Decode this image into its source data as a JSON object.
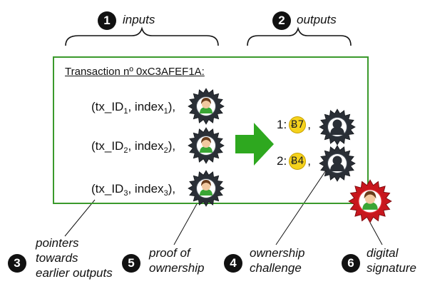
{
  "labels": {
    "inputs": "inputs",
    "outputs": "outputs",
    "pointers": [
      "pointers",
      "towards",
      "earlier outputs"
    ],
    "proof": [
      "proof of",
      "ownership"
    ],
    "challenge": [
      "ownership",
      "challenge"
    ],
    "signature": [
      "digital",
      "signature"
    ]
  },
  "numbers": {
    "n1": "1",
    "n2": "2",
    "n3": "3",
    "n4": "4",
    "n5": "5",
    "n6": "6"
  },
  "transaction_title": "Transaction nº 0xC3AFEF1A:",
  "inputs": [
    {
      "id_sub": "1",
      "index_sub": "1"
    },
    {
      "id_sub": "2",
      "index_sub": "2"
    },
    {
      "id_sub": "3",
      "index_sub": "3"
    }
  ],
  "tx_parts": {
    "open": "(tx_ID",
    "mid": ", index",
    "close": "),"
  },
  "outputs": [
    {
      "prefix": "1:",
      "amount": "7"
    },
    {
      "prefix": "2:",
      "amount": "4"
    }
  ],
  "bitcoin_symbol": "Ƀ",
  "colors": {
    "box_border": "#3b9a2c",
    "arrow": "#2ea81f",
    "coin": "#f5d21c",
    "seal_dark": "#2a2f36",
    "seal_red": "#c8161d"
  }
}
